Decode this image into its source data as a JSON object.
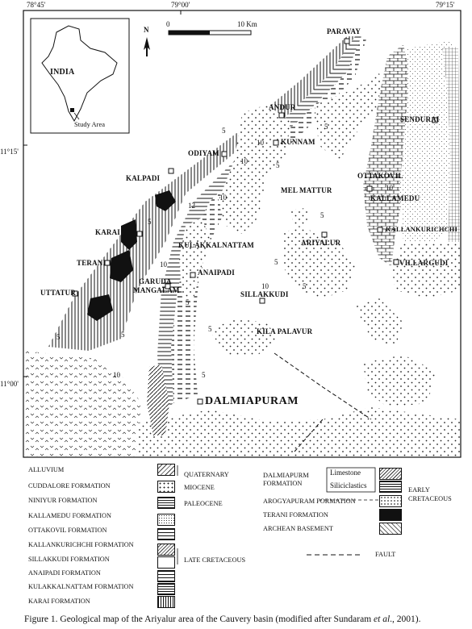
{
  "coords": {
    "top_left": "78°45'",
    "top_mid": "79°00'",
    "top_right": "79°15'",
    "lat_1115": "11°15'",
    "lat_1100": "11°00'"
  },
  "scale": {
    "start": "0",
    "end": "10 Km"
  },
  "north": "N",
  "inset": {
    "country": "INDIA",
    "study_area": "Study Area"
  },
  "places": {
    "paravay": "PARAVAY",
    "andur": "ANDUR",
    "sendurai": "SENDURAI",
    "kunnam": "KUNNAM",
    "odiyam": "ODIYAM",
    "kalpadi": "KALPADI",
    "ottakovil": "OTTAKOVIL",
    "mel_mattur": "MEL MATTUR",
    "kallamedu": "KALLAMEDU",
    "karai": "KARAI",
    "kulakkalnattam": "KULAKKALNATTAM",
    "ariyalur": "ARIYALUR",
    "kallankurichchi": "KALLANKURICHCHI",
    "terani": "TERANI",
    "anaipadi": "ANAIPADI",
    "villargudi": "VILLARGUDI",
    "uttatur": "UTTATUR",
    "garuda": "GARUDA",
    "mangalam": "MANGALAM",
    "sillakkudi": "SILLAKKUDI",
    "kila_palavur": "KILA PALAVUR",
    "dalmiapuram": "DALMIAPURAM"
  },
  "dips": [
    "5",
    "10",
    "10",
    "5",
    "12",
    "5",
    "10",
    "10",
    "10",
    "5",
    "5",
    "5",
    "5",
    "10",
    "5",
    "5",
    "10",
    "5",
    "5",
    "5"
  ],
  "legend": {
    "left": [
      "ALLUVIUM",
      "CUDDALORE FORMATION",
      "NINIYUR FORMATION",
      "KALLAMEDU FORMATION",
      "OTTAKOVIL FORMATION",
      "KALLANKURICHCHI FORMATION",
      "SILLAKKUDI FORMATION",
      "ANAIPADI FORMATION",
      "KULAKKALNATTAM FORMATION",
      "KARAI FORMATION"
    ],
    "ages": {
      "quaternary": "QUATERNARY",
      "miocene": "MIOCENE",
      "paleocene": "PALEOCENE",
      "late_cretaceous": "LATE CRETACEOUS",
      "early": "EARLY",
      "cretaceous": "CRETACEOUS"
    },
    "right": {
      "dalmiapurm_1": "DALMIAPURM",
      "dalmiapurm_2": "FORMATION",
      "limestone": "Limestone",
      "siliciclastics": "Siliciclastics",
      "arogyapuram": "AROGYAPURAM FORMATION",
      "terani": "TERANI FORMATION",
      "archean": "ARCHEAN BASEMENT",
      "fault": "FAULT"
    }
  },
  "caption": {
    "main": "Figure 1. Geological map of the Ariyalur area of the Cauvery basin (modified after Sundaram ",
    "etal": "et al",
    "tail": "., 2001)."
  }
}
